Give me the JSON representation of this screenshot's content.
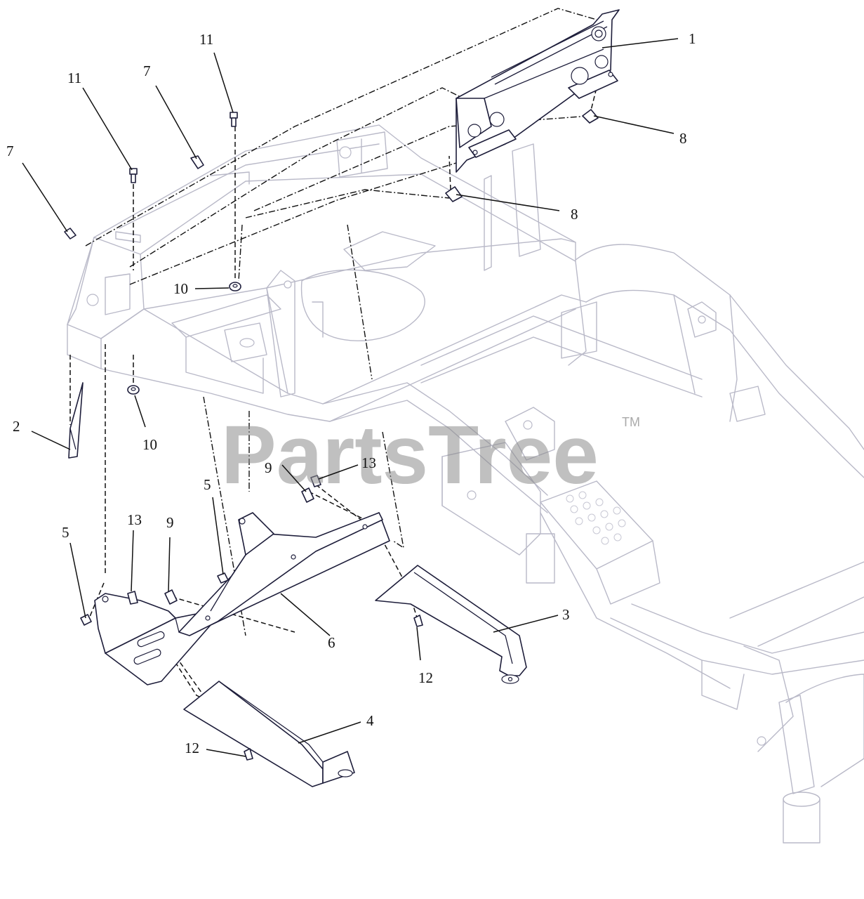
{
  "watermark": {
    "text": "PartsTree",
    "trademark": "TM"
  },
  "callouts": [
    {
      "label": "1"
    },
    {
      "label": "2"
    },
    {
      "label": "3"
    },
    {
      "label": "4"
    },
    {
      "label": "5"
    },
    {
      "label": "5"
    },
    {
      "label": "6"
    },
    {
      "label": "7"
    },
    {
      "label": "7"
    },
    {
      "label": "8"
    },
    {
      "label": "8"
    },
    {
      "label": "9"
    },
    {
      "label": "9"
    },
    {
      "label": "10"
    },
    {
      "label": "10"
    },
    {
      "label": "11"
    },
    {
      "label": "11"
    },
    {
      "label": "12"
    },
    {
      "label": "12"
    },
    {
      "label": "13"
    },
    {
      "label": "13"
    }
  ],
  "colors": {
    "frame": "#b9b9c8",
    "part_outline": "#1d1d3a",
    "callout": "#111111",
    "watermark": "#8c8c8c"
  }
}
